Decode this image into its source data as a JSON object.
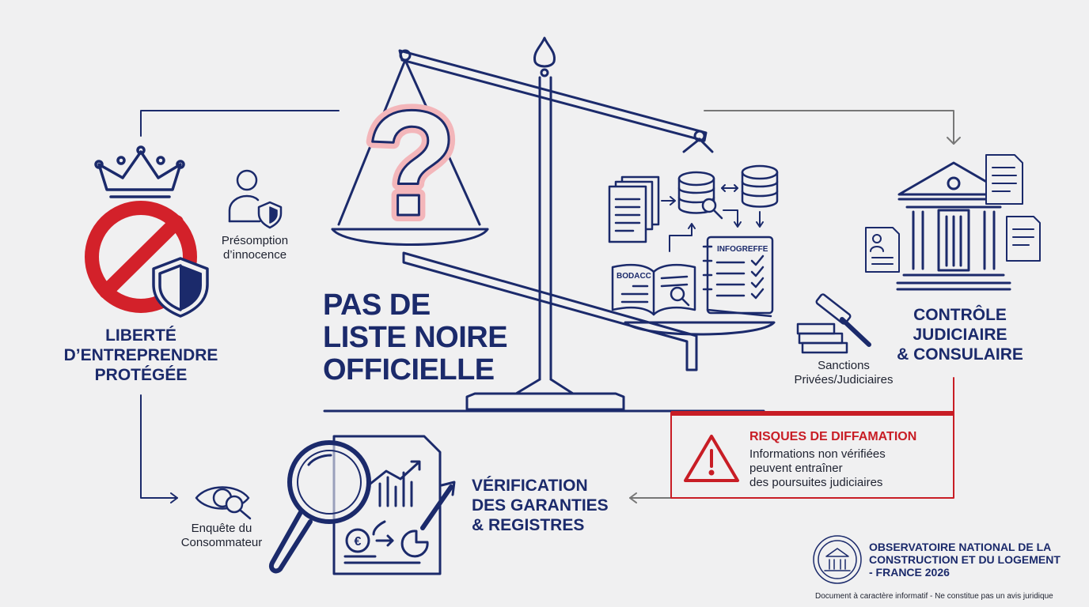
{
  "main_title": {
    "line1": "PAS DE",
    "line2": "LISTE NOIRE",
    "line3": "OFFICIELLE"
  },
  "left": {
    "title_line1": "LIBERTÉ",
    "title_line2": "D’ENTREPRENDRE",
    "title_line3": "PROTÉGÉE",
    "presomption_line1": "Présomption",
    "presomption_line2": "d’innocence",
    "enquete_line1": "Enquête du",
    "enquete_line2": "Consommateur"
  },
  "scale": {
    "symbol": "?",
    "infogreffe_label": "INFOGREFFE",
    "bodacc_label": "BODACC"
  },
  "right": {
    "title_line1": "CONTRÔLE",
    "title_line2": "JUDICIAIRE",
    "title_line3": "& CONSULAIRE",
    "sanctions_line1": "Sanctions",
    "sanctions_line2": "Privées/Judiciaires"
  },
  "warning": {
    "title": "RISQUES DE DIFFAMATION",
    "line1": "Informations non vérifiées",
    "line2": "peuvent entraîner",
    "line3": "des poursuites judiciaires"
  },
  "verification": {
    "line1": "VÉRIFICATION",
    "line2": "DES GARANTIES",
    "line3": "& REGISTRES"
  },
  "footer": {
    "org_line1": "OBSERVATOIRE NATIONAL DE LA",
    "org_line2": "CONSTRUCTION ET DU LOGEMENT",
    "org_line3": "- FRANCE 2026",
    "disclaimer": "Document à caractère informatif - Ne constitue pas un avis juridique"
  },
  "colors": {
    "navy": "#1b2a6b",
    "red": "#c81d25",
    "pink": "#f1b8bc",
    "background": "#f0f0f1"
  },
  "icons": [
    "crown-icon",
    "prohibited-icon",
    "shield-icon",
    "user-shield-icon",
    "question-mark-icon",
    "scale-icon",
    "database-icon",
    "document-icon",
    "book-icon",
    "checklist-icon",
    "courthouse-icon",
    "gavel-icon",
    "warning-icon",
    "eye-search-icon",
    "magnifier-icon",
    "report-chart-icon",
    "seal-icon"
  ]
}
